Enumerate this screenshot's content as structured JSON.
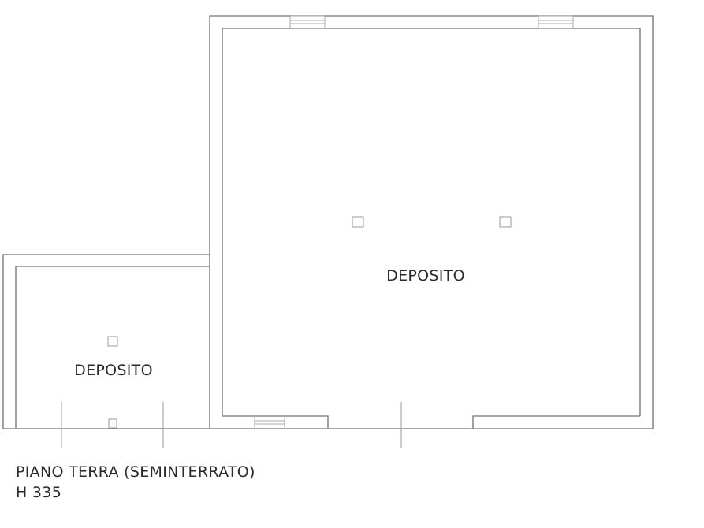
{
  "plan": {
    "rooms": [
      {
        "id": "large",
        "label": "DEPOSITO"
      },
      {
        "id": "small",
        "label": "DEPOSITO"
      }
    ],
    "caption": {
      "floor": "PIANO TERRA (SEMINTERRATO)",
      "height": "H 335"
    }
  }
}
